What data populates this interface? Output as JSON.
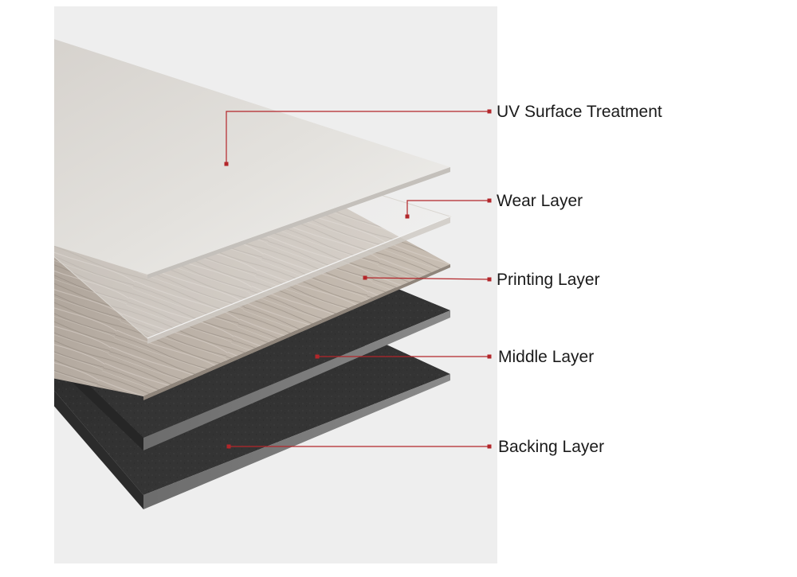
{
  "diagram": {
    "accent_color": "#b3262a",
    "background_color": "#eeeeee",
    "layers": [
      {
        "id": "uv",
        "label": "UV Surface Treatment",
        "material": "translucent-film"
      },
      {
        "id": "wear",
        "label": "Wear Layer",
        "material": "clear-plastic"
      },
      {
        "id": "printing",
        "label": "Printing Layer",
        "material": "woodgrain"
      },
      {
        "id": "middle",
        "label": "Middle Layer",
        "material": "dark-core"
      },
      {
        "id": "backing",
        "label": "Backing Layer",
        "material": "dark-core"
      }
    ]
  }
}
